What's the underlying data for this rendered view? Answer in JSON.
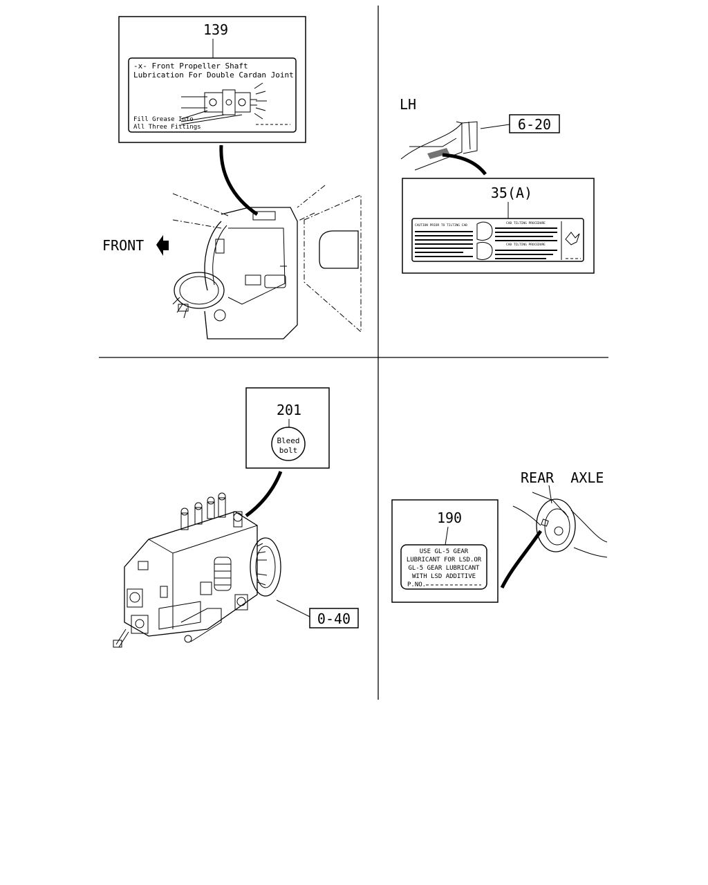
{
  "quadrant_top_left": {
    "callout_number": "139",
    "label_lines": [
      "-x- Front Propeller Shaft",
      "Lubrication For Double Cardan Joint"
    ],
    "fill_lines": [
      "Fill Grease Into",
      "All Three Fittings"
    ],
    "direction_label": "FRONT"
  },
  "quadrant_top_right": {
    "side_label": "LH",
    "reference_number": "6-20",
    "callout_number": "35(A)",
    "label_left_heading": "CAUTION PRIOR TO TILTING CAB",
    "label_right_heading_1": "CAB TILTING PROCEDURE",
    "label_right_heading_2": "CAB TILTING PROCEDURE"
  },
  "quadrant_bottom_left": {
    "callout_number": "201",
    "badge_line_1": "Bleed",
    "badge_line_2": "bolt",
    "reference_number": "0-40"
  },
  "quadrant_bottom_right": {
    "component_label": "REAR  AXLE",
    "callout_number": "190",
    "label_lines": [
      "USE GL-5 GEAR",
      "LUBRICANT FOR LSD.OR",
      "GL-5 GEAR LUBRICANT",
      "WITH LSD ADDITIVE"
    ],
    "footer_text": "P.NO."
  }
}
